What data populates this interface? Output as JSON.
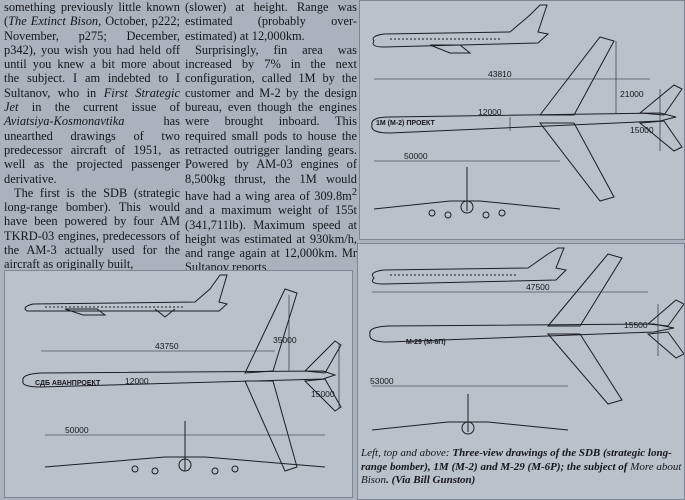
{
  "article": {
    "col1": {
      "p1_a": "something previously little known (",
      "p1_b": "The Extinct Bison",
      "p1_c": ", October, p222; November, p275; December, p342), you wish you had held off until you knew a bit more about the subject. I am indebted to I Sultanov, who in ",
      "p1_d": "First Strategic Jet",
      "p1_e": " in the current issue of ",
      "p1_f": "Aviatsiya-Kosmonavtika",
      "p1_g": " has unearthed drawings of two predecessor aircraft of 1951, as well as the projected passenger derivative.",
      "p2": "The first is the SDB (strategic long-range bomber). This would have been powered by four AM TKRD-03 engines, predecessors of the AM-3 actually used for the aircraft as originally built,"
    },
    "col2": {
      "p1": "(slower) at height. Range was estimated (probably over-estimated) at 12,000km.",
      "p2_a": "Surprisingly, fin area was increased by 7% in the next configuration, called 1M by the customer and M-2 by the design bureau, even though the engines were brought inboard. This required small pods to house the retracted outrigger landing gears. Powered by AM-03 engines of 8,500kg thrust, the 1M would have had a wing area of 309.8m",
      "p2_sup": "2",
      "p2_b": " and a maximum weight of 155t (341,711lb). Maximum speed at height was estimated at 930km/h, and range again at 12,000km. Mr Sultanov reports"
    }
  },
  "drawings": {
    "sdb": {
      "label": "СДБ АВАНПРОЕКТ",
      "dims": [
        "43750",
        "35000",
        "12000",
        "15000",
        "50000"
      ]
    },
    "m1": {
      "label": "1М (М-2) ПРОЕКТ",
      "dims": [
        "43810",
        "21000",
        "12000",
        "15000",
        "50000"
      ]
    },
    "m29": {
      "label": "М-29 (М-6П)",
      "dims": [
        "47500",
        "15500",
        "53000"
      ]
    }
  },
  "caption": {
    "lead": "Left, top and above: ",
    "body": "Three-view drawings of the SDB (strategic long-range bomber), 1M (M-2) and M-29 (M-6P); the subject of ",
    "subject": "More about Bison",
    "tail": ". (Via Bill Gunston)"
  }
}
